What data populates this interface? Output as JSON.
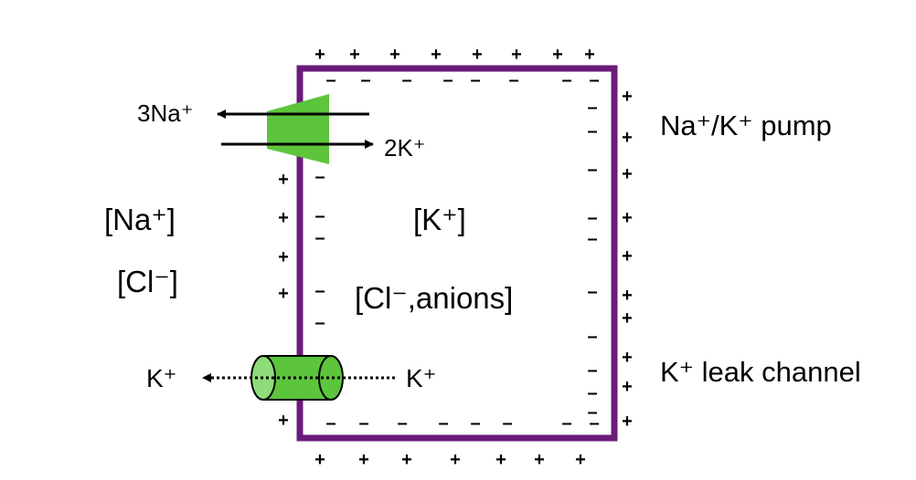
{
  "colors": {
    "membrane": "#6a1b7a",
    "pump": "#5cc53c",
    "channel": "#5cc53c",
    "channel_face": "#8fdc7a"
  },
  "labels": {
    "pump_name": "Na⁺/K⁺ pump",
    "leak_channel_name": "K⁺ leak channel",
    "pump_out_ion": "3Na⁺",
    "pump_in_ion": "2K⁺",
    "leak_out_ion": "K⁺",
    "leak_in_ion": "K⁺",
    "outside_na": "[Na⁺]",
    "outside_cl": "[Cl⁻]",
    "inside_k": "[K⁺]",
    "inside_cl_anions": "[Cl⁻,anions]"
  },
  "charges": {
    "positive": "+",
    "negative": "–"
  },
  "icons": {
    "pump": "trapezoid-pump-icon",
    "channel": "cylinder-channel-icon",
    "arrow": "arrow-icon"
  }
}
